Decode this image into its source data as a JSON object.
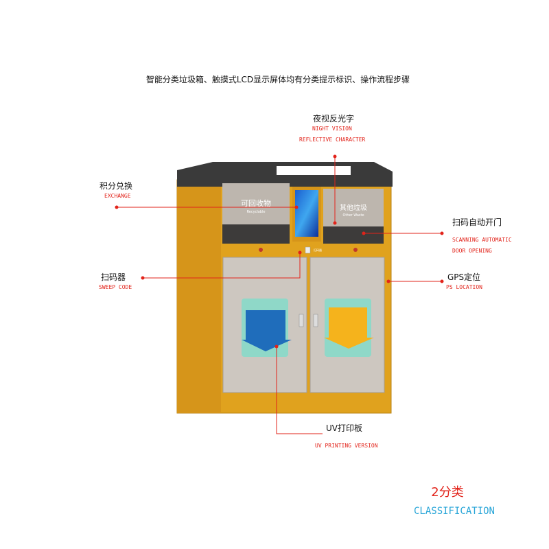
{
  "title": "智能分类垃圾箱、触摸式LCD显示屏体均有分类提示标识、操作流程步骤",
  "cabinet": {
    "left_bin_cn": "可回收物",
    "left_bin_en": "Recyclable",
    "right_bin_cn": "其他垃圾",
    "right_bin_en": "Other Waste",
    "scanner_label": "扫码器"
  },
  "callouts": {
    "night_vision": {
      "cn": "夜视反光字",
      "en1": "NIGHT VISION",
      "en2": "REFLECTIVE CHARACTER"
    },
    "exchange": {
      "cn": "积分兑换",
      "en": "EXCHANGE"
    },
    "auto_door": {
      "cn": "扫码自动开门",
      "en1": "SCANNING AUTOMATIC",
      "en2": "DOOR OPENING"
    },
    "sweep_code": {
      "cn": "扫码器",
      "en": "SWEEP CODE"
    },
    "gps": {
      "cn": "GPS定位",
      "en": "PS LOCATION"
    },
    "uv": {
      "cn": "UV打印板",
      "en": "UV PRINTING VERSION"
    }
  },
  "classification": {
    "cn": "2分类",
    "en": "CLASSIFICATION"
  },
  "colors": {
    "accent": "#e2231a",
    "cabinet": "#e0a21e",
    "classification_en": "#2aa6d8"
  }
}
